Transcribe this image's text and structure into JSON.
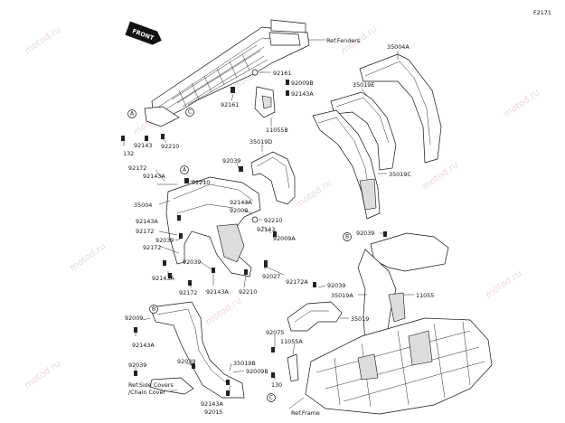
{
  "diagram_id": "F2171",
  "front_label": "FRONT",
  "callout_letters": {
    "a": "A",
    "b": "B",
    "c": "C"
  },
  "references": {
    "fenders": "Ref.Fenders",
    "side_covers_line1": "Ref.Side Covers",
    "side_covers_line2": "/Chain Cover",
    "frame": "Ref.Frame"
  },
  "parts": {
    "p35004A": "35004A",
    "p92161a": "92161",
    "p92009B_a": "92009B",
    "p92143A_a": "92143A",
    "p92161b": "92161",
    "p11055B": "11055B",
    "p35019E": "35019E",
    "p92143_a": "92143",
    "p132": "132",
    "p92210_a": "92210",
    "p35019C": "35019C",
    "p35019D": "35019D",
    "p92172_a": "92172",
    "p92143A_b": "92143A",
    "p92039_a": "92039",
    "p92210_b": "92210",
    "p35004": "35004",
    "p92143A_c": "92143A",
    "p92009": "92009",
    "p92143A_d": "92143A",
    "p92172_b": "92172",
    "p92039_b": "92039",
    "p92210_c": "92210",
    "p92143_b": "92143",
    "p92009A": "92009A",
    "p92172_c": "92172",
    "p92039_c": "92039",
    "p92143A_e": "92143A",
    "p92027": "92027",
    "p92172A": "92172A",
    "p92172_d": "92172",
    "p92143A_f": "92143A",
    "p92210_d": "92210",
    "p92039_d": "92039",
    "p92039_e": "92039",
    "p35019A": "35019A",
    "p11055": "11055",
    "p35019": "35019",
    "p92009_b": "92009",
    "p92143A_g": "92143A",
    "p92075": "92075",
    "p11055A": "11055A",
    "p92039_f": "92039",
    "p92039_g": "92039",
    "p35019B": "35019B",
    "p92009B_b": "92009B",
    "p130": "130",
    "p92143A_h": "92143A",
    "p92015": "92015"
  },
  "watermark": "motod.ru"
}
